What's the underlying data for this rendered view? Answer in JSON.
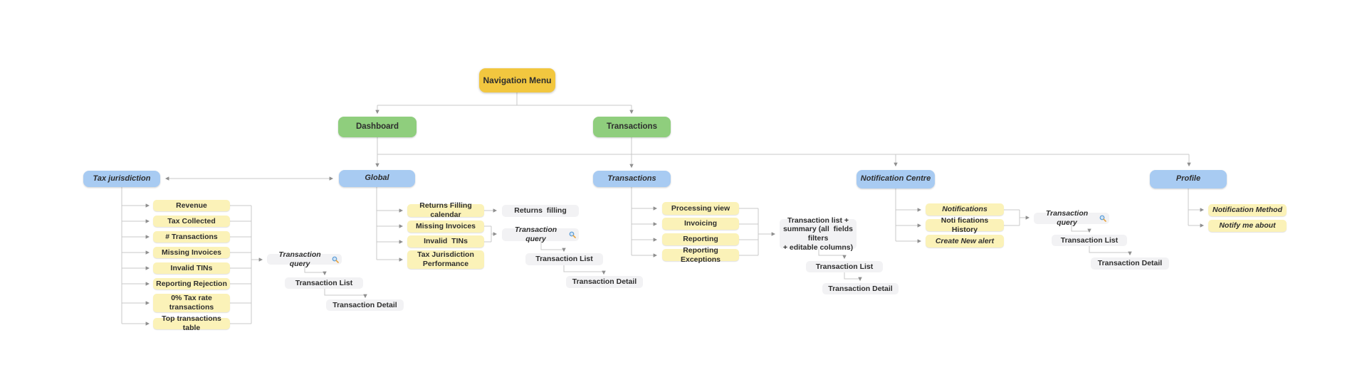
{
  "colors": {
    "root_gold": "#F2C73F",
    "menu_green": "#8FCE7D",
    "section_blue": "#A8CBF2",
    "item_yellow": "#FBF2B8",
    "screen_gray": "#F2F2F4",
    "wire_gray": "#C9C9C9",
    "arrow_gray": "#8F8F8F",
    "text": "#2E2E2E"
  },
  "icons": {
    "magnifier": "🔎"
  },
  "nodes": {
    "root": "Navigation Menu",
    "dashboard": "Dashboard",
    "transactions_menu": "Transactions",
    "tax": {
      "title": "Tax jurisdiction",
      "items": [
        "Revenue",
        "Tax Collected",
        "# Transactions",
        "Missing Invoices",
        "Invalid TINs",
        "Reporting Rejection",
        "0% Tax rate transactions",
        "Top transactions table"
      ],
      "query": "Transaction query",
      "list": "Transaction List",
      "detail": "Transaction Detail"
    },
    "global": {
      "title": "Global",
      "items": [
        "Returns Filling calendar",
        "Missing Invoices",
        "Invalid  TINs",
        "Tax Jurisdiction Performance"
      ],
      "returns": "Returns  filling",
      "query": "Transaction query",
      "list": "Transaction List",
      "detail": "Transaction Detail"
    },
    "transactions": {
      "title": "Transactions",
      "items": [
        "Processing view",
        "Invoicing",
        "Reporting",
        "Reporting Exceptions"
      ],
      "summary": "Transaction list +\nsummary (all  fields  filters\n+ editable columns)",
      "list": "Transaction List",
      "detail": "Transaction Detail"
    },
    "notification": {
      "title": "Notification Centre",
      "items": [
        "Notifications",
        "Noti fications History",
        "Create New alert"
      ],
      "query": "Transaction query",
      "list": "Transaction List",
      "detail": "Transaction Detail"
    },
    "profile": {
      "title": "Profile",
      "items": [
        "Notification Method",
        "Notify me about"
      ]
    }
  }
}
